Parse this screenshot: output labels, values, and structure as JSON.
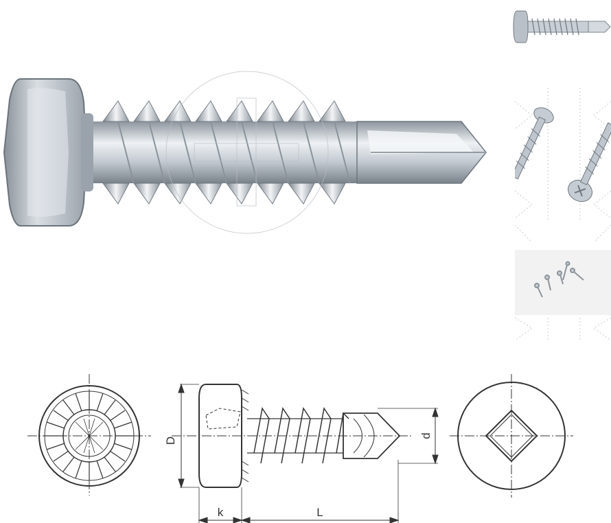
{
  "product": {
    "photo_views": [
      {
        "view": "main-side-view",
        "icon": "pan-head-self-drilling-screw-icon"
      },
      {
        "view": "thumbnail-side-view",
        "icon": "screw-thumbnail-icon"
      },
      {
        "view": "thumbnail-two-screws",
        "icon": "screw-pair-thumbnail-icon"
      },
      {
        "view": "thumbnail-screw-group",
        "icon": "screw-group-thumbnail-icon"
      }
    ]
  },
  "drawing": {
    "labels": {
      "head_diameter": "D",
      "head_height": "k",
      "length": "L",
      "thread_diameter": "d"
    },
    "views": [
      "serrated-head-top-view",
      "side-view",
      "square-drive-head-view"
    ]
  },
  "colors": {
    "metal_light": "#e8ecf0",
    "metal_mid": "#b4bcc4",
    "metal_dark": "#6f7880",
    "line": "#333333",
    "thumb_bg": "#f2f2f2"
  }
}
